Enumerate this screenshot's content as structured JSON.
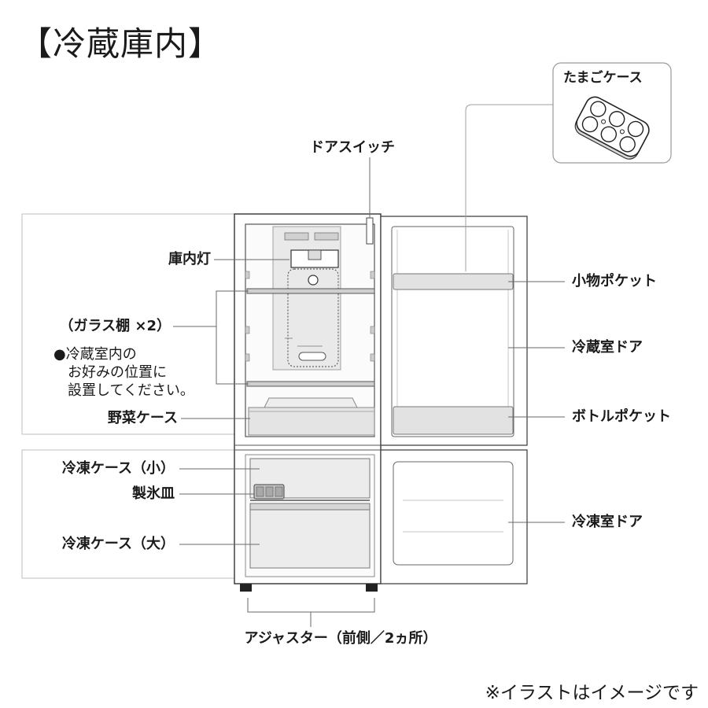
{
  "title": "【冷蔵庫内】",
  "labels": {
    "door_switch": "ドアスイッチ",
    "interior_light": "庫内灯",
    "glass_shelf": "（ガラス棚 ×2）",
    "shelf_note": [
      "●冷蔵室内の",
      "お好みの位置に",
      "設置してください。"
    ],
    "vegetable_case": "野菜ケース",
    "freezer_case_small": "冷凍ケース（小）",
    "ice_tray": "製氷皿",
    "freezer_case_large": "冷凍ケース（大）",
    "accessory_pocket": "小物ポケット",
    "fridge_door": "冷蔵室ドア",
    "bottle_pocket": "ボトルポケット",
    "freezer_door": "冷凍室ドア",
    "adjuster": "アジャスター（前側／2ヵ所）",
    "egg_case": "たまごケース"
  },
  "footnote": "※イラストはイメージです"
}
